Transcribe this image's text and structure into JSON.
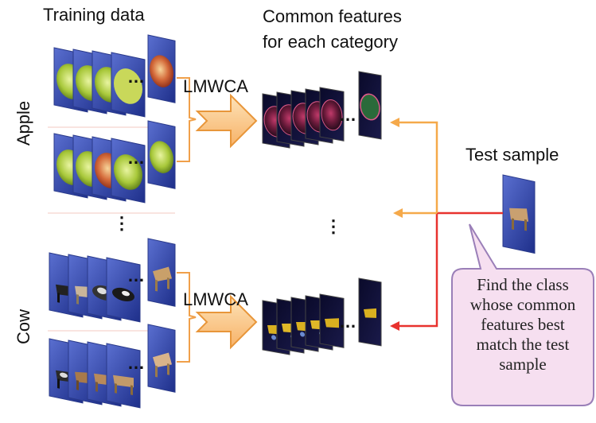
{
  "labels": {
    "training_data": "Training data",
    "common_features_line1": "Common features",
    "common_features_line2": "for each category",
    "test_sample": "Test sample",
    "apple": "Apple",
    "cow": "Cow",
    "lmwca_top": "LMWCA",
    "lmwca_bottom": "LMWCA",
    "ellipsis": "…",
    "vdots": "⋮"
  },
  "callout": {
    "lines": [
      "Find the class",
      "whose common",
      "features best",
      "match the test",
      "sample"
    ]
  },
  "colors": {
    "orange_arrow": "#f5a94a",
    "red_arrow": "#e8322e",
    "brace": "#f0a04a",
    "callout_fill": "#f6dff0",
    "callout_stroke": "#9a7fb8",
    "frame_blue": "#3a4fa8"
  }
}
